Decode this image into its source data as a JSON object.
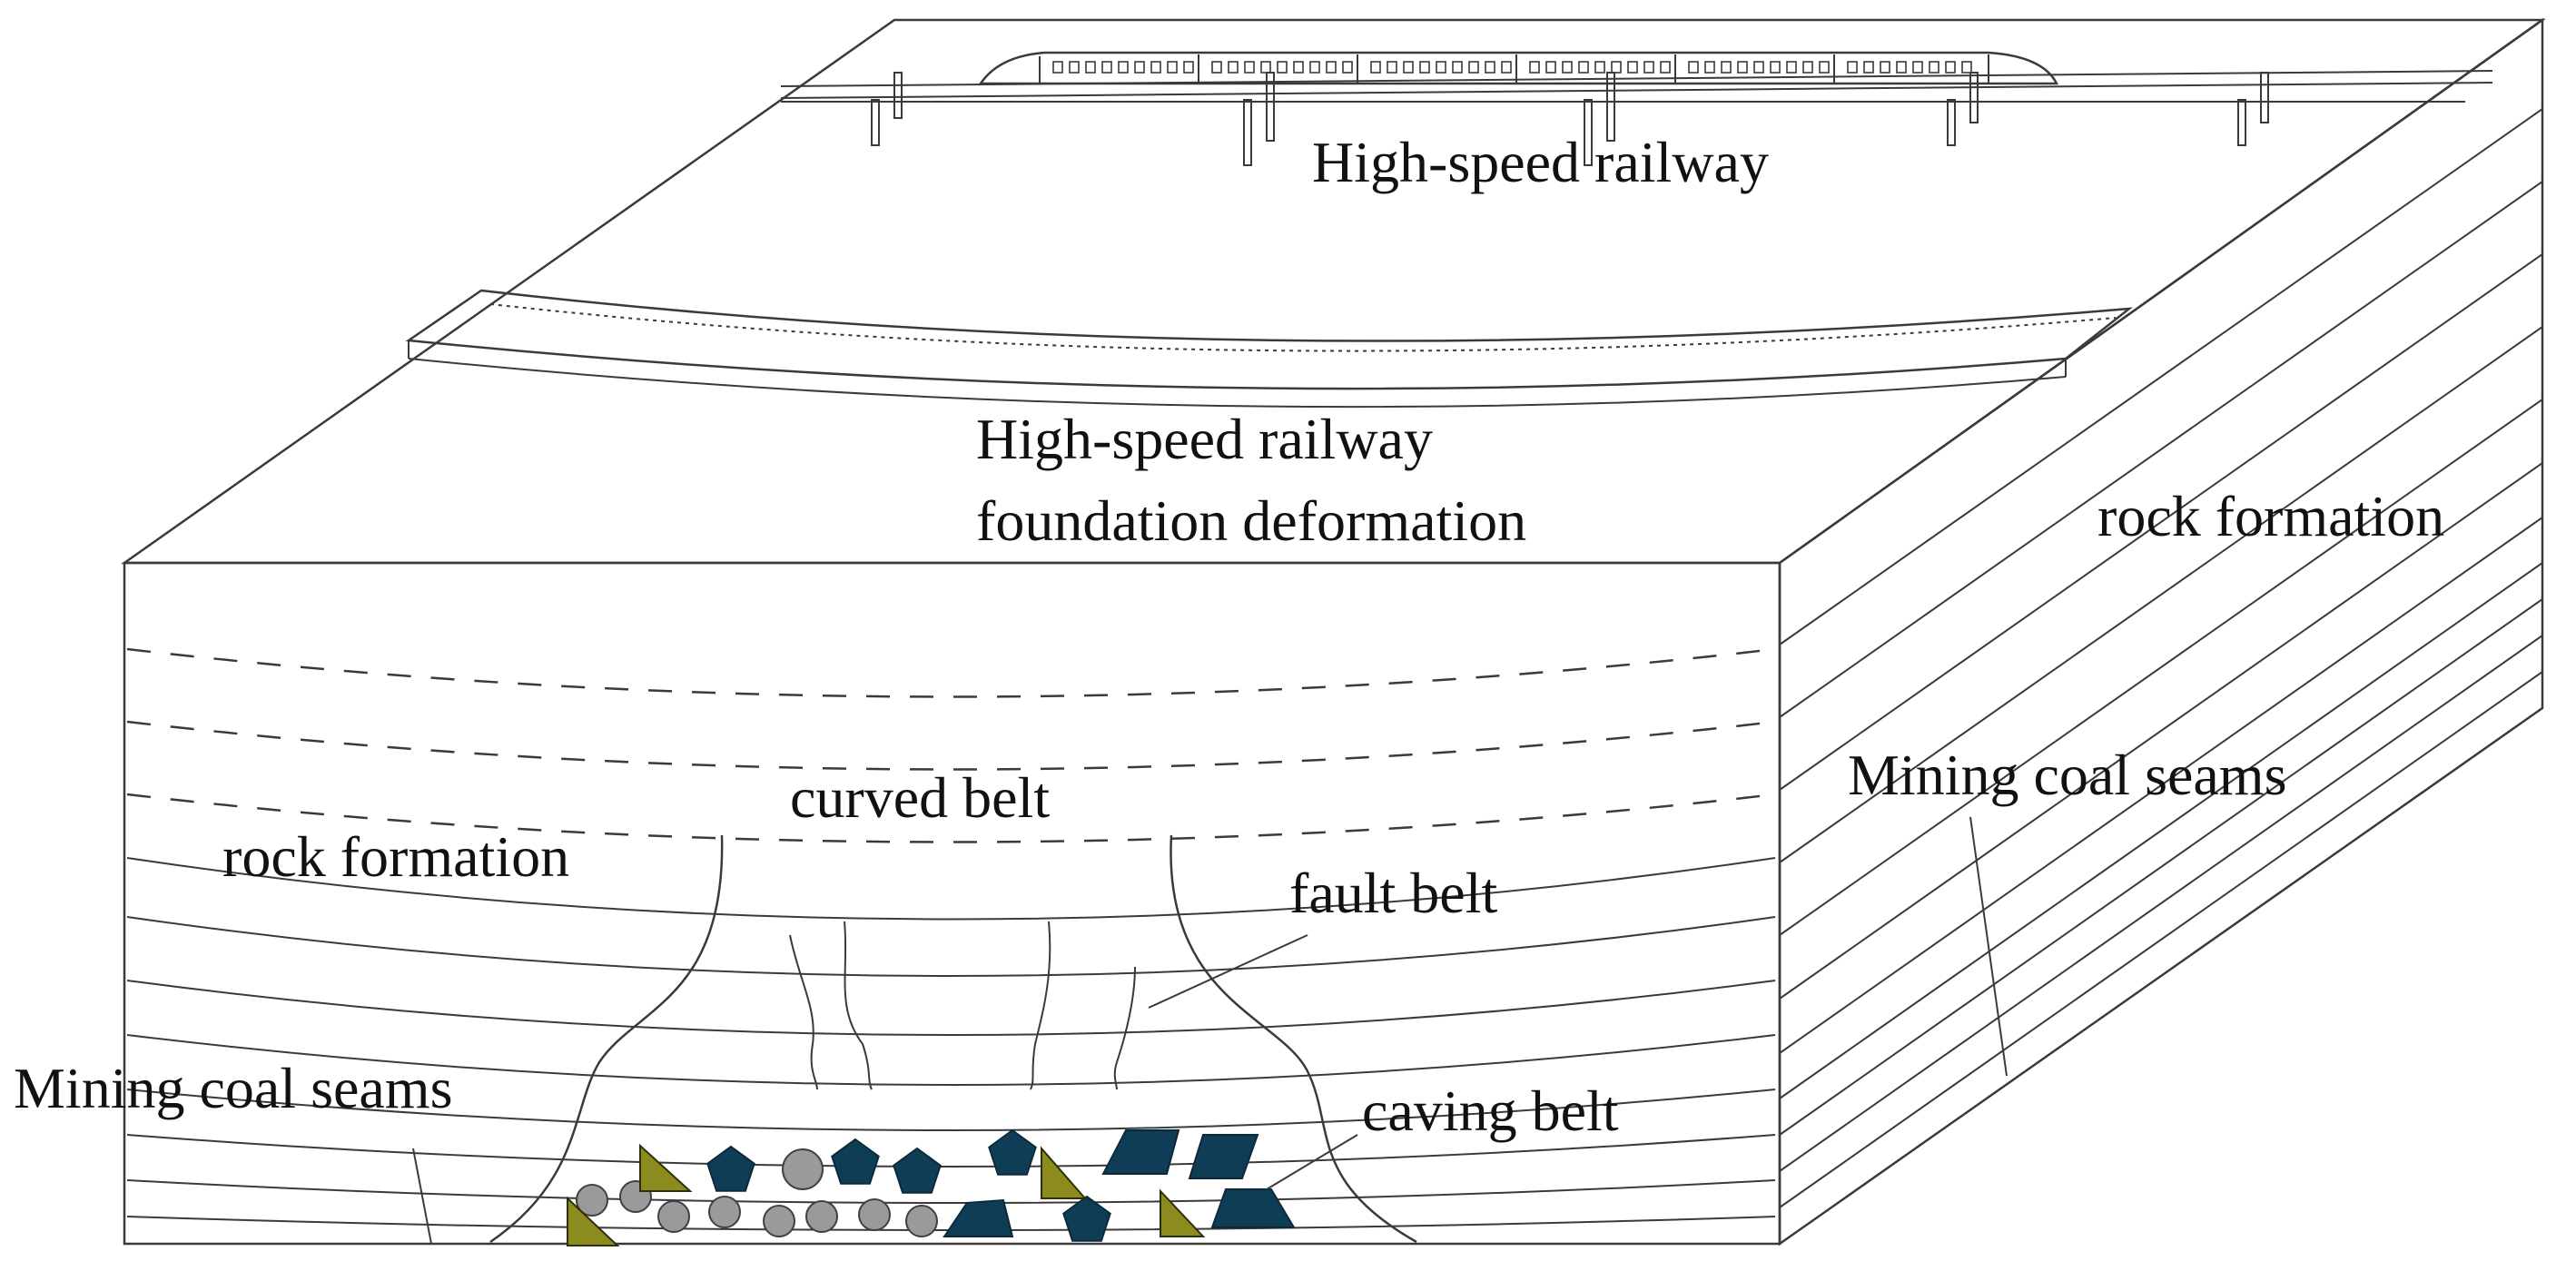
{
  "labels": {
    "high_speed_railway": "High-speed railway",
    "foundation_deformation_line1": "High-speed railway",
    "foundation_deformation_line2": "foundation deformation",
    "rock_formation_right": "rock formation",
    "curved_belt": "curved belt",
    "rock_formation_left": "rock formation",
    "fault_belt": "fault belt",
    "mining_coal_seams_right": "Mining coal seams",
    "mining_coal_seams_left": "Mining coal seams",
    "caving_belt": "caving belt"
  },
  "colors": {
    "line": "#3a3a3a",
    "text": "#111111",
    "rock_block": "#0f3d55",
    "rock_block_stroke": "#0a2a3b",
    "gravel": "#9a9a9a",
    "gravel_stroke": "#404040",
    "wedge": "#8c8c1e",
    "wedge_stroke": "#2e2e08"
  },
  "icons": [
    "high-speed-train-icon",
    "railway-pier-icon",
    "rock-block-icon",
    "gravel-icon",
    "wedge-icon"
  ]
}
